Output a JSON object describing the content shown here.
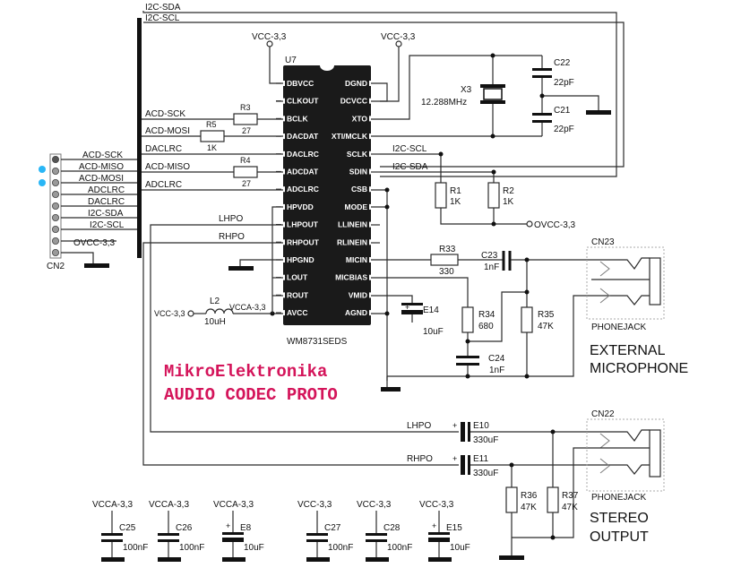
{
  "brand": {
    "line1": "MikroElektronika",
    "line2": "AUDIO CODEC PROTO"
  },
  "bus_labels": {
    "i2c_sda": "I2C-SDA",
    "i2c_scl": "I2C-SCL"
  },
  "ic": {
    "ref": "U7",
    "part": "WM8731SEDS",
    "left_pins": [
      "DBVCC",
      "CLKOUT",
      "BCLK",
      "DACDAT",
      "DACLRC",
      "ADCDAT",
      "ADCLRC",
      "HPVDD",
      "LHPOUT",
      "RHPOUT",
      "HPGND",
      "LOUT",
      "ROUT",
      "AVCC"
    ],
    "right_pins": [
      "DGND",
      "DCVCC",
      "XTO",
      "XTI/MCLK",
      "SCLK",
      "SDIN",
      "CSB",
      "MODE",
      "LLINEIN",
      "RLINEIN",
      "MICIN",
      "MICBIAS",
      "VMID",
      "AGND"
    ]
  },
  "connector": {
    "ref": "CN2",
    "signals": [
      "ACD-SCK",
      "ACD-MISO",
      "ACD-MOSI",
      "ADCLRC",
      "DACLRC",
      "I2C-SDA",
      "I2C-SCL",
      "OVCC-3,3"
    ]
  },
  "nets": {
    "acd_sck": "ACD-SCK",
    "acd_mosi": "ACD-MOSI",
    "daclrc": "DACLRC",
    "acd_miso": "ACD-MISO",
    "adclrc": "ADCLRC",
    "i2c_scl": "I2C-SCL",
    "i2c_sda": "I2C-SDA",
    "lhpo": "LHPO",
    "rhpo": "RHPO",
    "lhpo2": "LHPO",
    "rhpo2": "RHPO",
    "vcc_a": "VCC-3,3",
    "vcc_b": "VCC-3,3",
    "vcc_l2": "VCC-3,3",
    "vcca_l2": "VCCA-3,3",
    "ovcc_r": "OVCC-3,3"
  },
  "components": {
    "r3": {
      "ref": "R3",
      "val": "27"
    },
    "r5": {
      "ref": "R5",
      "val": "1K"
    },
    "r4": {
      "ref": "R4",
      "val": "27"
    },
    "x3": {
      "ref": "X3",
      "val": "12.288MHz"
    },
    "c22": {
      "ref": "C22",
      "val": "22pF"
    },
    "c21": {
      "ref": "C21",
      "val": "22pF"
    },
    "r1": {
      "ref": "R1",
      "val": "1K"
    },
    "r2": {
      "ref": "R2",
      "val": "1K"
    },
    "r33": {
      "ref": "R33",
      "val": "330"
    },
    "c23": {
      "ref": "C23",
      "val": "1nF"
    },
    "r34": {
      "ref": "R34",
      "val": "680"
    },
    "r35": {
      "ref": "R35",
      "val": "47K"
    },
    "c24": {
      "ref": "C24",
      "val": "1nF"
    },
    "e14": {
      "ref": "E14",
      "val": "10uF"
    },
    "l2": {
      "ref": "L2",
      "val": "10uH"
    },
    "e10": {
      "ref": "E10",
      "val": "330uF"
    },
    "e11": {
      "ref": "E11",
      "val": "330uF"
    },
    "r36": {
      "ref": "R36",
      "val": "47K"
    },
    "r37": {
      "ref": "R37",
      "val": "47K"
    }
  },
  "jacks": {
    "cn23": {
      "ref": "CN23",
      "type": "PHONEJACK",
      "title1": "EXTERNAL",
      "title2": "MICROPHONE"
    },
    "cn22": {
      "ref": "CN22",
      "type": "PHONEJACK",
      "title1": "STEREO",
      "title2": "OUTPUT"
    }
  },
  "decoupling": [
    {
      "supply": "VCCA-3,3",
      "ref": "C25",
      "val": "100nF"
    },
    {
      "supply": "VCCA-3,3",
      "ref": "C26",
      "val": "100nF"
    },
    {
      "supply": "VCCA-3,3",
      "ref": "E8",
      "val": "10uF"
    },
    {
      "supply": "VCC-3,3",
      "ref": "C27",
      "val": "100nF"
    },
    {
      "supply": "VCC-3,3",
      "ref": "C28",
      "val": "100nF"
    },
    {
      "supply": "VCC-3,3",
      "ref": "E15",
      "val": "10uF"
    }
  ],
  "colors": {
    "brand": "#d4145a",
    "led": "#29b6f6",
    "ic_fill": "#1a1a1a"
  }
}
